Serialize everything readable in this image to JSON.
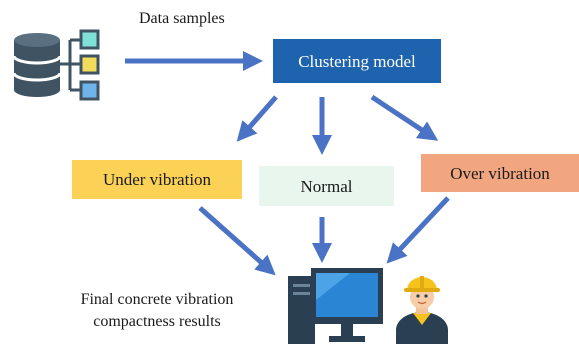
{
  "diagram": {
    "data_samples_label": "Data samples",
    "clustering_model_label": "Clustering model",
    "under_vibration_label": "Under vibration",
    "normal_label": "Normal",
    "over_vibration_label": "Over vibration",
    "result_label_line1": "Final concrete vibration",
    "result_label_line2": "compactness results"
  },
  "colors": {
    "arrow": "#4a72c5",
    "clustering_box": "#1e63ad",
    "under_vibration_box": "#fbd256",
    "normal_box": "#e8f6ee",
    "over_vibration_box": "#f1a680",
    "database": "#3f5362",
    "sample_cyan": "#7fe0d7",
    "sample_yellow": "#f3dc5b",
    "sample_blue": "#6fb4e8",
    "monitor": "#2a86d4",
    "tower": "#2b3f52",
    "helmet": "#f5c21e"
  },
  "icons": {
    "database": "database-icon",
    "samples": "data-samples-icon",
    "computer": "computer-icon",
    "worker": "worker-icon"
  }
}
